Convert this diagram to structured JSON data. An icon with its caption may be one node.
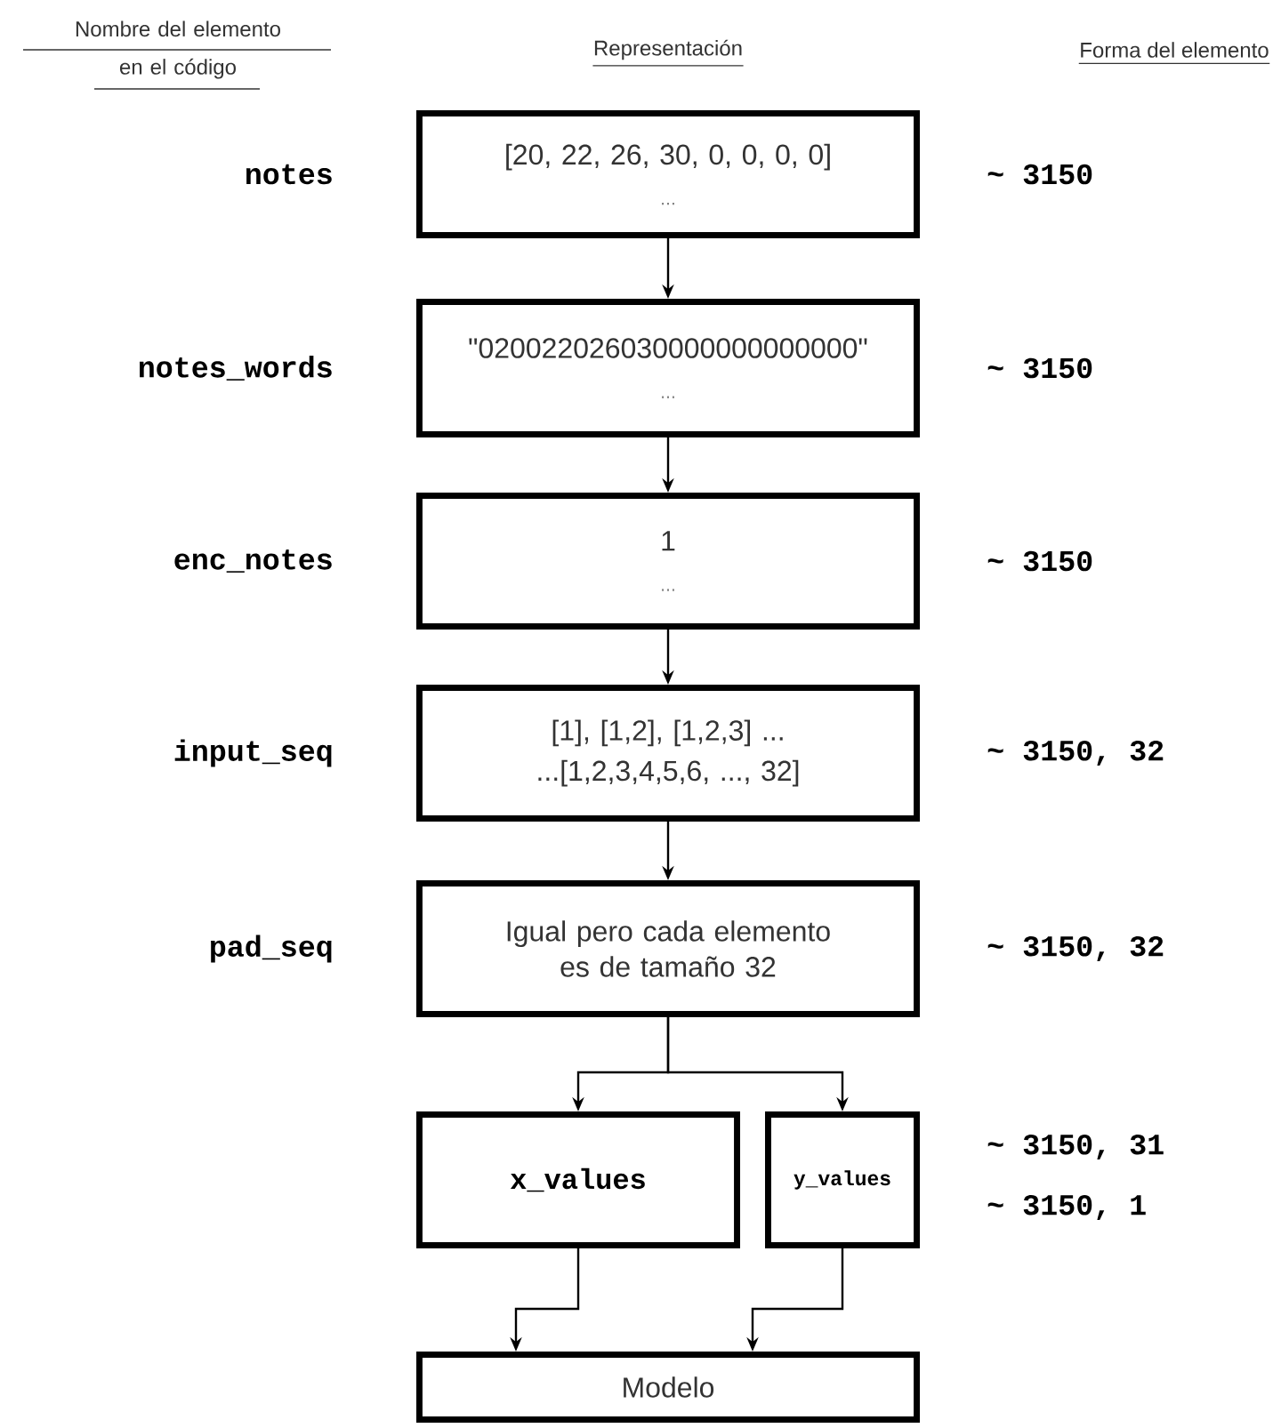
{
  "diagram": {
    "nodes": [
      {
        "text": [
          "[20, 22, 26, 30, 0, 0, 0, 0]",
          "..."
        ],
        "beside": [
          "notes",
          "~ 3150"
        ]
      },
      {
        "text": [
          "\"020022026030000000000000\"",
          "..."
        ],
        "beside": [
          "notes_words",
          "~ 3150"
        ]
      },
      {
        "text": [
          "1",
          "..."
        ],
        "beside": [
          "enc_notes",
          "~ 3150"
        ]
      },
      {
        "text": [
          "[1], [1,2], [1,2,3] ...",
          "...[1,2,3,4,5,6, ..., 32]"
        ],
        "beside": [
          "input_seq",
          "~ 3150, 32"
        ]
      },
      {
        "text": [
          "Igual pero cada elemento es de tamaño 32"
        ],
        "beside": [
          "pad_seq",
          "~ 3150, 32"
        ]
      },
      {
        "text": [
          "x_values"
        ]
      },
      {
        "text": [
          "y_values"
        ]
      },
      {
        "text": [
          "Modelo"
        ]
      }
    ],
    "edges": [
      {
        "from": 0,
        "to": 1,
        "arrow": "to"
      },
      {
        "from": 1,
        "to": 2,
        "arrow": "to"
      },
      {
        "from": 2,
        "to": 3,
        "arrow": "to"
      },
      {
        "from": 3,
        "to": 4,
        "arrow": "to"
      },
      {
        "from": 4,
        "to": 5,
        "arrow": "to"
      },
      {
        "from": 4,
        "to": 6,
        "arrow": "to"
      },
      {
        "from": 5,
        "to": 7,
        "arrow": "to"
      },
      {
        "from": 6,
        "to": 7,
        "arrow": "to"
      }
    ],
    "labels": [
      "Nombre del elemento en el código",
      "Representación",
      "Forma del elemento",
      "~ 3150, 31",
      "~ 3150, 1"
    ]
  }
}
